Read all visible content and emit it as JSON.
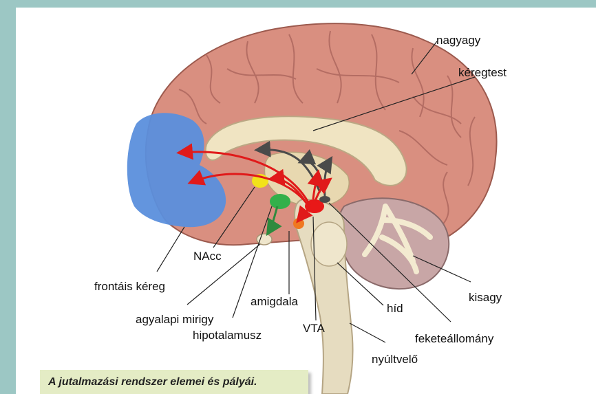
{
  "labels": {
    "nagyagy": "nagyagy",
    "keregtest": "kéregtest",
    "kisagy": "kisagy",
    "feketeallomany": "feketeállomány",
    "hid": "híd",
    "nyultvelo": "nyúltvelő",
    "vta": "VTA",
    "amigdala": "amigdala",
    "hipotalamusz": "hipotalamusz",
    "agyalapi_mirigy": "agyalapi mirigy",
    "frontais_kereg": "frontáis kéreg",
    "nacc": "NAcc"
  },
  "caption": "A jutalmazási rendszer elemei és pályái.",
  "colors": {
    "background": "#9cc7c4",
    "caption_bg": "#e4ecc5",
    "brain": "#d98f80",
    "frontal_cortex": "#5b8fdc",
    "pathway_red": "#e01a1a",
    "pathway_dark": "#4a4a4a",
    "nacc": "#f2e21a",
    "hypothalamus": "#33b04a",
    "amygdala": "#f07820",
    "vta": "#e81818"
  }
}
